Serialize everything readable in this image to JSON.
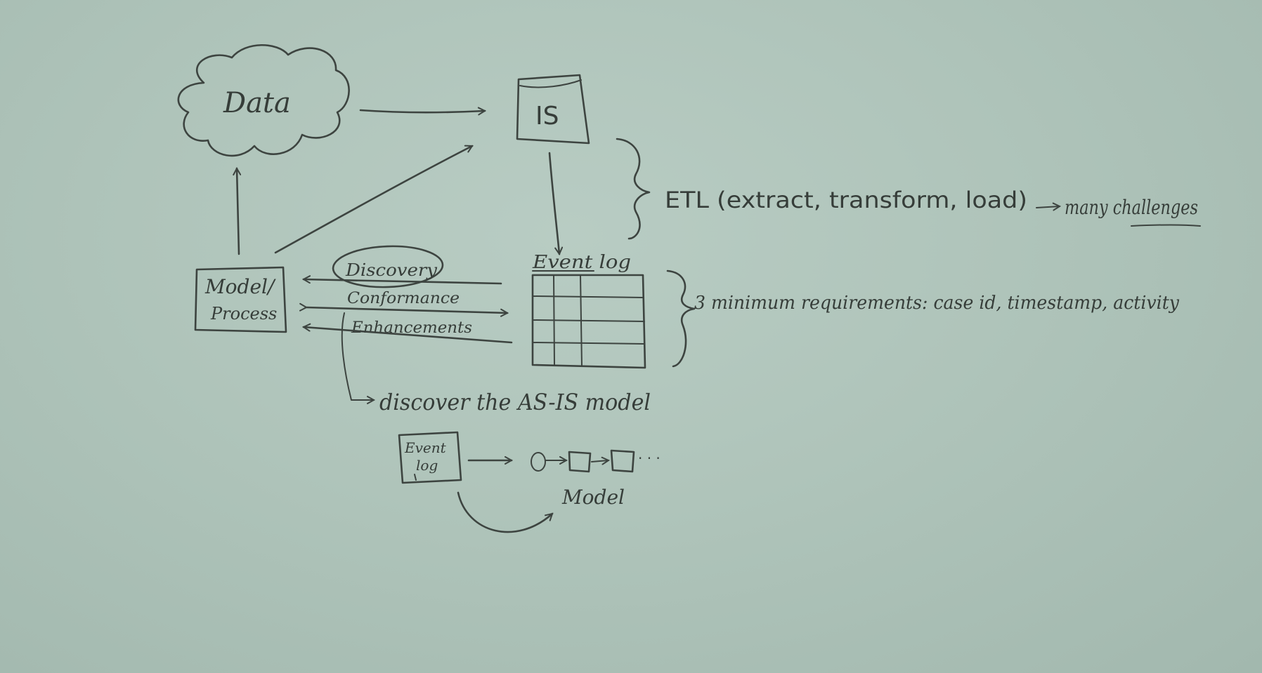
{
  "nodes": {
    "data": "Data",
    "is": "IS",
    "model_process_line1": "Model/",
    "model_process_line2": "Process",
    "event_log": "Event log",
    "small_event_log_line1": "Event",
    "small_event_log_line2": "log",
    "model": "Model"
  },
  "arrows": {
    "discovery": "Discovery",
    "conformance": "Conformance",
    "enhancement": "Enhancements"
  },
  "notes": {
    "etl": "ETL (extract, transform, load)",
    "etl_result": "many challenges",
    "requirements": "3 minimum requirements: case id, timestamp, activity",
    "discover": "discover the AS-IS model",
    "ellipsis": "· · ·"
  },
  "colors": {
    "board": "#afc4ba",
    "ink": "#3d4440"
  }
}
